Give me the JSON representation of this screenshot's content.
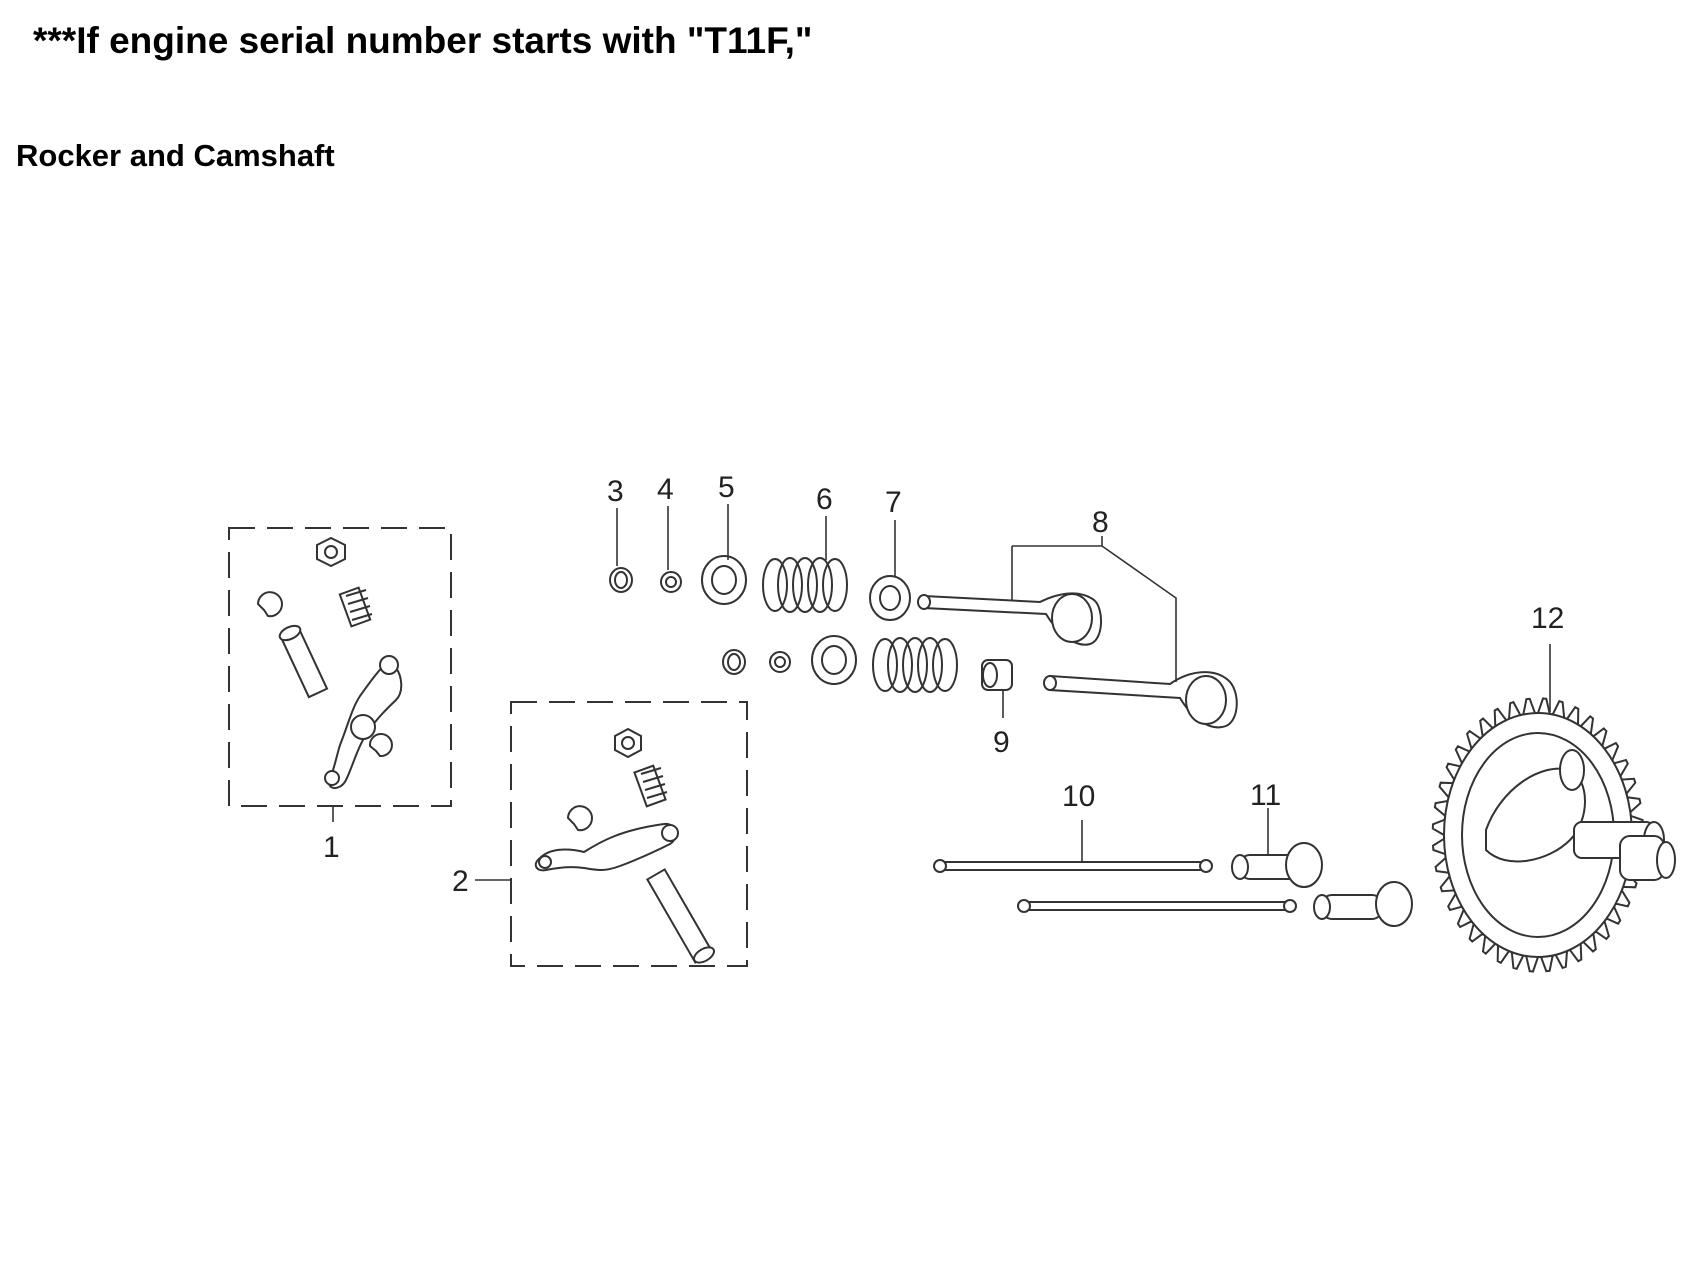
{
  "header": {
    "title": "***If engine serial number starts with \"T11F,\"",
    "subtitle": "Rocker and Camshaft"
  },
  "diagram": {
    "callouts": [
      {
        "label": "1"
      },
      {
        "label": "2"
      },
      {
        "label": "3"
      },
      {
        "label": "4"
      },
      {
        "label": "5"
      },
      {
        "label": "6"
      },
      {
        "label": "7"
      },
      {
        "label": "8"
      },
      {
        "label": "9"
      },
      {
        "label": "10"
      },
      {
        "label": "11"
      },
      {
        "label": "12"
      }
    ]
  }
}
